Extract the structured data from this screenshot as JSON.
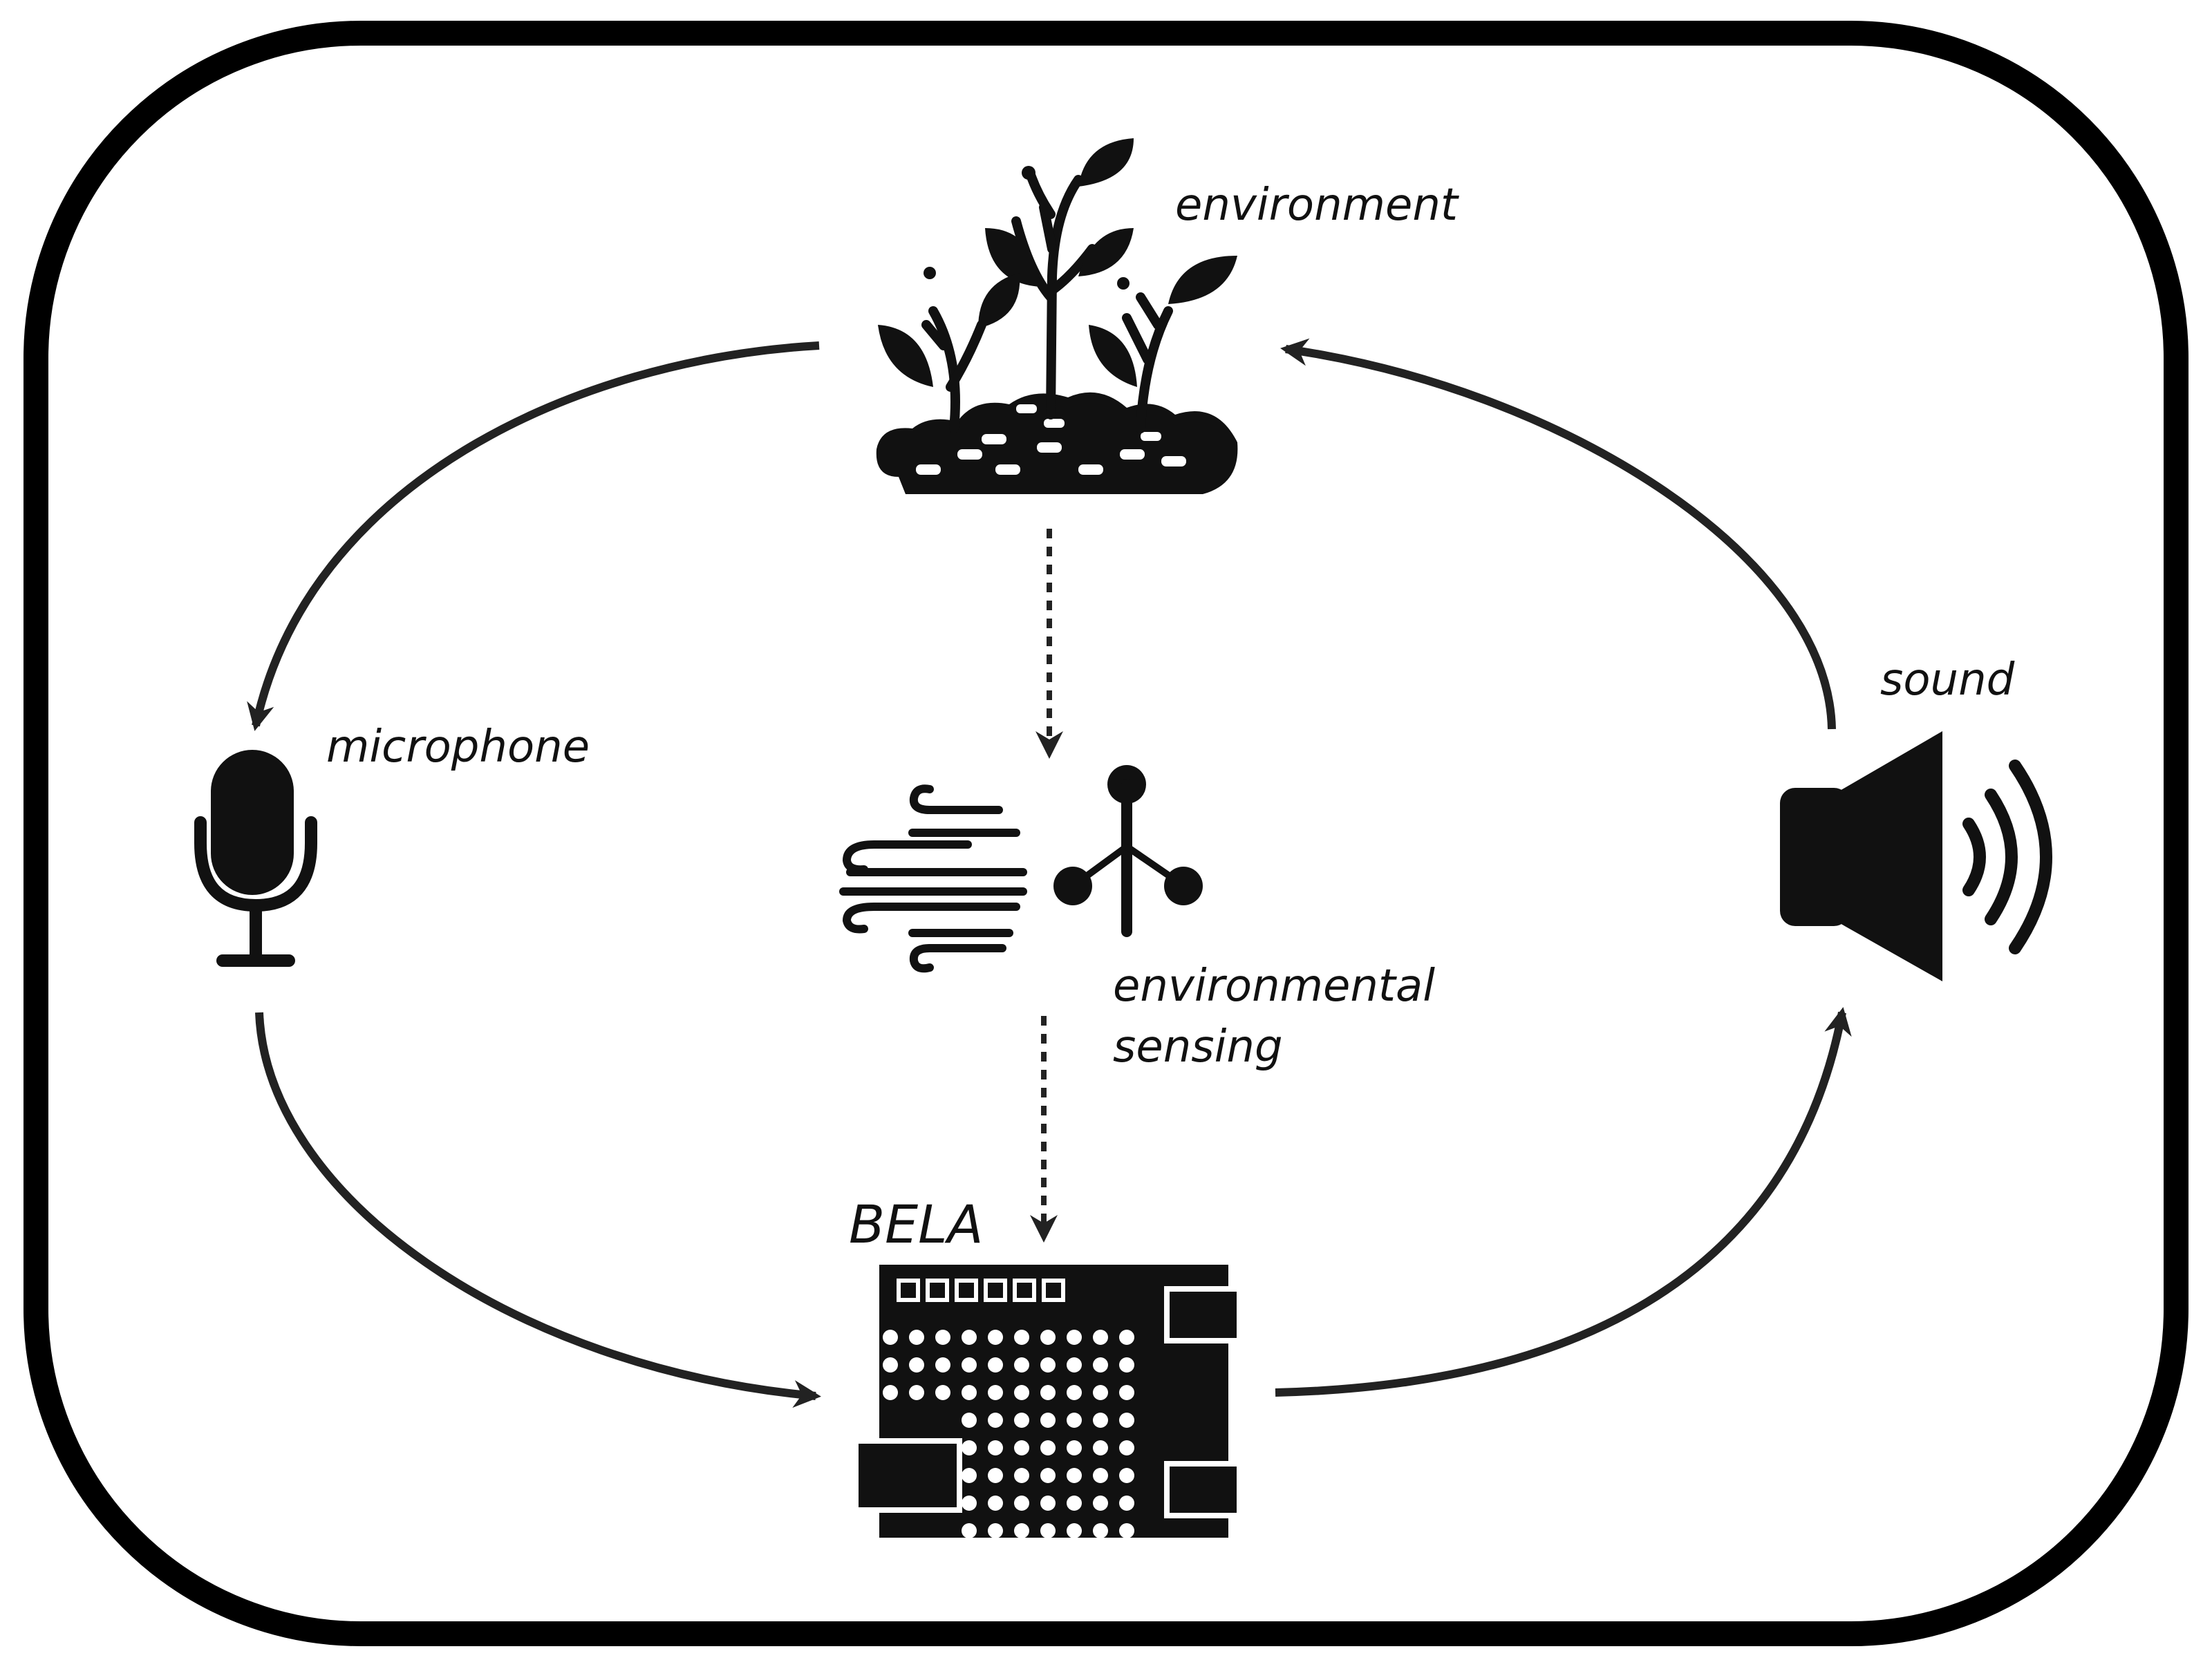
{
  "labels": {
    "environment": "environment",
    "microphone": "microphone",
    "environmental_sensing_line1": "environmental",
    "environmental_sensing_line2": "sensing",
    "bela": "BELA",
    "sound": "sound"
  },
  "icons": {
    "environment": "plants-icon",
    "microphone": "microphone-icon",
    "sensing": "wind-sensor-icon",
    "bela": "bela-board-icon",
    "sound": "speaker-icon"
  },
  "connections": [
    {
      "from": "environment",
      "to": "microphone",
      "style": "solid"
    },
    {
      "from": "microphone",
      "to": "bela",
      "style": "solid"
    },
    {
      "from": "bela",
      "to": "sound",
      "style": "solid"
    },
    {
      "from": "sound",
      "to": "environment",
      "style": "solid"
    },
    {
      "from": "environment",
      "to": "environmental sensing",
      "style": "dotted"
    },
    {
      "from": "environmental sensing",
      "to": "bela",
      "style": "dotted"
    }
  ],
  "colors": {
    "stroke": "#111111",
    "background": "#ffffff",
    "arrow": "#222222"
  }
}
